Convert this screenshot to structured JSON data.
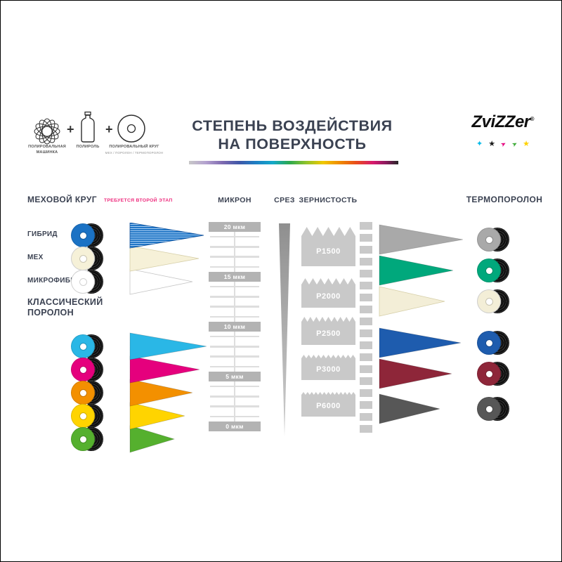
{
  "legend": {
    "machine_label": "ПОЛИРОВАЛЬНАЯ МАШИНКА",
    "plus": "+",
    "polish_label": "ПОЛИРОЛЬ",
    "pad_label": "ПОЛИРОВАЛЬНЫЙ КРУГ",
    "pad_sublabel": "МЕХ / ПОРОЛОН / ТЕРМОПОРОЛОН"
  },
  "title": {
    "line1": "СТЕПЕНЬ ВОЗДЕЙСТВИЯ",
    "line2": "НА ПОВЕРХНОСТЬ"
  },
  "brand": {
    "name": "ZviZZer",
    "reg": "®",
    "marks": [
      {
        "icon": "spark-star-icon",
        "glyph": "✦",
        "color": "#00b9e8"
      },
      {
        "icon": "star-icon",
        "glyph": "★",
        "color": "#1a1a1a"
      },
      {
        "icon": "swoosh-icon",
        "glyph": "➤",
        "color": "#e5007d"
      },
      {
        "icon": "swoosh-icon",
        "glyph": "➤",
        "color": "#3aaa35"
      },
      {
        "icon": "star-icon",
        "glyph": "★",
        "color": "#ffd200"
      }
    ]
  },
  "sections": {
    "fur_title": "МЕХОВОЙ КРУГ",
    "fur_note": "ТРЕБУЕТСЯ ВТОРОЙ ЭТАП",
    "classic_line1": "КЛАССИЧЕСКИЙ",
    "classic_line2": "ПОРОЛОН",
    "micron_title": "МИКРОН",
    "cut_title": "СРЕЗ",
    "grit_title": "ЗЕРНИСТОСТЬ",
    "thermo_title": "ТЕРМОПОРОЛОН"
  },
  "fur_pads": [
    {
      "label": "ГИБРИД",
      "color": "#1b72c4"
    },
    {
      "label": "МЕХ",
      "color": "#f6f1d8"
    },
    {
      "label": "МИКРОФИБРА",
      "color": "#ffffff"
    }
  ],
  "classic_pads": [
    {
      "color": "#2ab7e6"
    },
    {
      "color": "#e5007d"
    },
    {
      "color": "#f39000"
    },
    {
      "color": "#ffd400"
    },
    {
      "color": "#55b02e"
    }
  ],
  "thermo_pads": [
    {
      "color": "#a9a9a9"
    },
    {
      "color": "#00a87c"
    },
    {
      "color": "#f3eed7"
    },
    {
      "color": "#1e5cae"
    },
    {
      "color": "#8e2639"
    },
    {
      "color": "#575757"
    }
  ],
  "micron_scale": [
    "20 мкм",
    "15 мкм",
    "10 мкм",
    "5 мкм",
    "0 мкм"
  ],
  "grit_labels": [
    "P1500",
    "P2000",
    "P2500",
    "P3000",
    "P6000"
  ]
}
